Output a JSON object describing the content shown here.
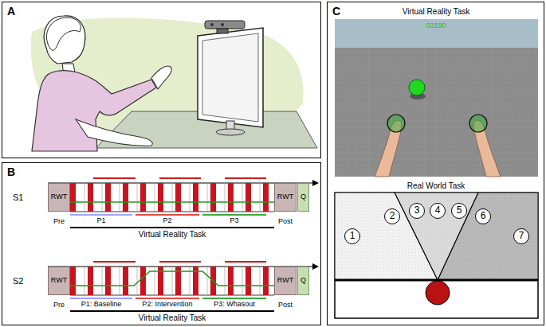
{
  "diagram": {
    "nodes": [
      {
        "text": [
          "A"
        ]
      },
      {
        "text": [
          "B"
        ]
      },
      {
        "text": [
          "C"
        ]
      },
      {
        "text": [
          "RWT"
        ],
        "in": 1
      },
      {
        "text": [
          "RWT"
        ],
        "in": 1
      },
      {
        "text": [
          "Q"
        ],
        "in": 1
      },
      {
        "text": [
          "RWT"
        ],
        "in": 1
      },
      {
        "text": [
          "RWT"
        ],
        "in": 1
      },
      {
        "text": [
          "Q"
        ],
        "in": 1
      },
      {
        "text": [
          "1"
        ],
        "in": 2
      },
      {
        "text": [
          "2"
        ],
        "in": 2
      },
      {
        "text": [
          "3"
        ],
        "in": 2
      },
      {
        "text": [
          "4"
        ],
        "in": 2
      },
      {
        "text": [
          "5"
        ],
        "in": 2
      },
      {
        "text": [
          "6"
        ],
        "in": 2
      },
      {
        "text": [
          "7"
        ],
        "in": 2
      }
    ],
    "labels": [
      "S1",
      "Pre",
      "P1",
      "P2",
      "P3",
      "Post",
      "Virtual Reality Task",
      "S2",
      "Pre",
      "P1: Baseline",
      "P2: Intervention",
      "P3: Whasout",
      "Post",
      "Virtual Reality Task",
      "Virtual Reality Task",
      "03190",
      "Real World Task"
    ]
  }
}
